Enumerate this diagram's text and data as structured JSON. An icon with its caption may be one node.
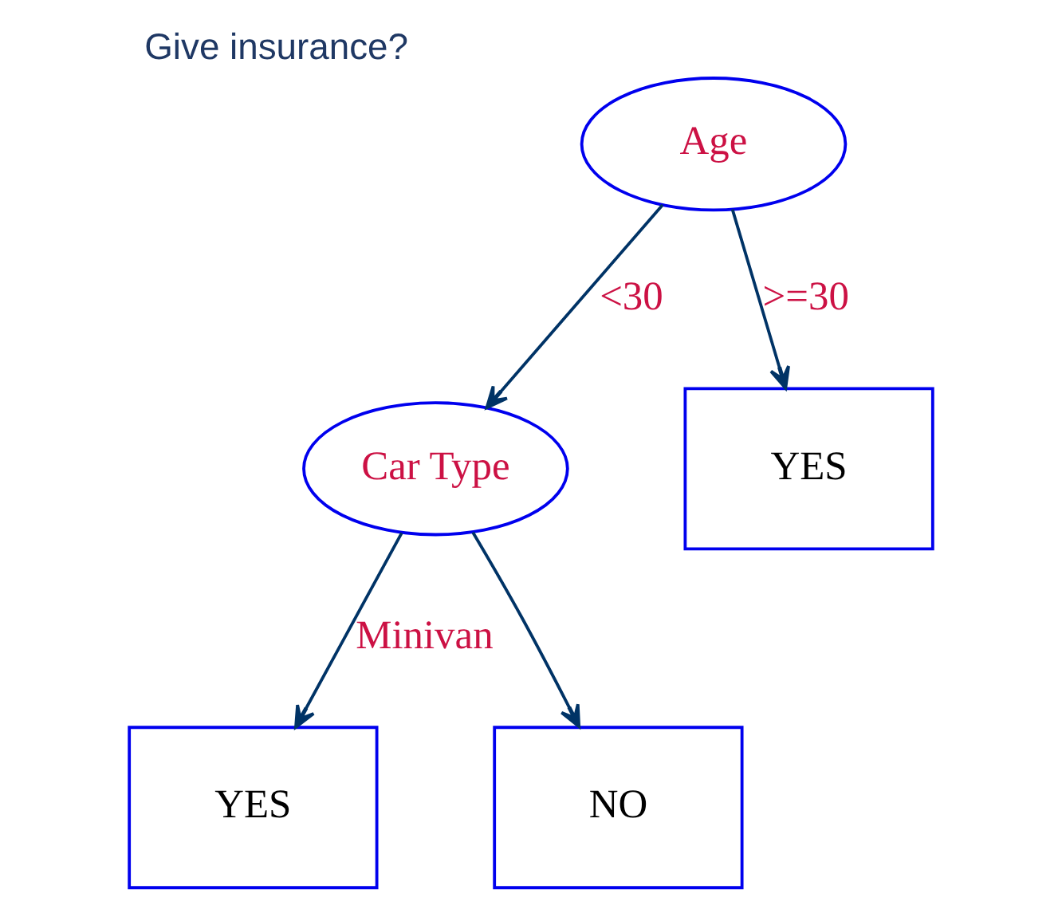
{
  "diagram": {
    "title": "Give insurance?",
    "nodes": [
      {
        "text": [
          "Age"
        ]
      },
      {
        "text": [
          "Car Type"
        ]
      },
      {
        "text": [
          "YES"
        ]
      },
      {
        "text": [
          "YES"
        ]
      },
      {
        "text": [
          "NO"
        ]
      }
    ],
    "edges": [
      {
        "from": 0,
        "to": 1,
        "arrow": "to",
        "label": "<30"
      },
      {
        "from": 0,
        "to": 2,
        "arrow": "to",
        "label": ">=30"
      },
      {
        "from": 1,
        "to": 3,
        "arrow": "to",
        "label": "Minivan"
      },
      {
        "from": 1,
        "to": 4,
        "arrow": "to"
      }
    ]
  }
}
